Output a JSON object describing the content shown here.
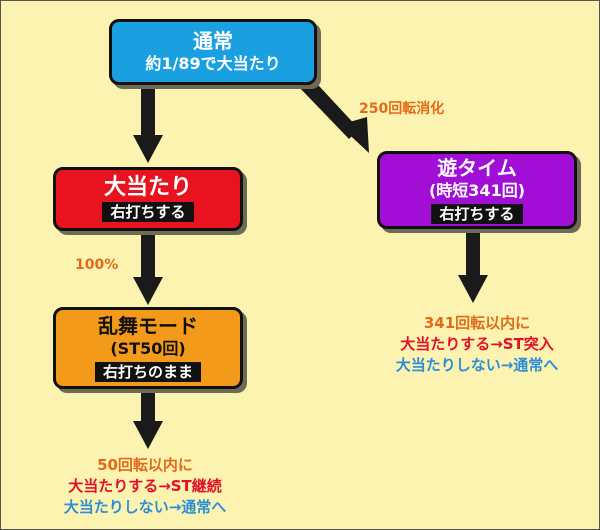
{
  "nodes": {
    "normal": {
      "title": "通常",
      "sub": "約1/89で大当たり",
      "color": "#1a9fe0"
    },
    "jackpot": {
      "title": "大当たり",
      "tag": "右打ちする",
      "color": "#e8131f"
    },
    "asobi": {
      "title": "遊タイム",
      "sub": "(時短341回)",
      "tag": "右打ちする",
      "color": "#a10fd6"
    },
    "ranbu": {
      "title": "乱舞モード",
      "sub": "(ST50回)",
      "tag": "右打ちのまま",
      "color": "#f39a1a"
    }
  },
  "edges": {
    "normal_to_asobi": "250回転消化",
    "jackpot_to_ranbu": "100%"
  },
  "results": {
    "asobi": {
      "line1": "341回転以内に",
      "hit": "大当たりする→ST突入",
      "miss": "大当たりしない→通常へ"
    },
    "ranbu": {
      "line1": "50回転以内に",
      "hit": "大当たりする→ST継続",
      "miss": "大当たりしない→通常へ"
    }
  }
}
